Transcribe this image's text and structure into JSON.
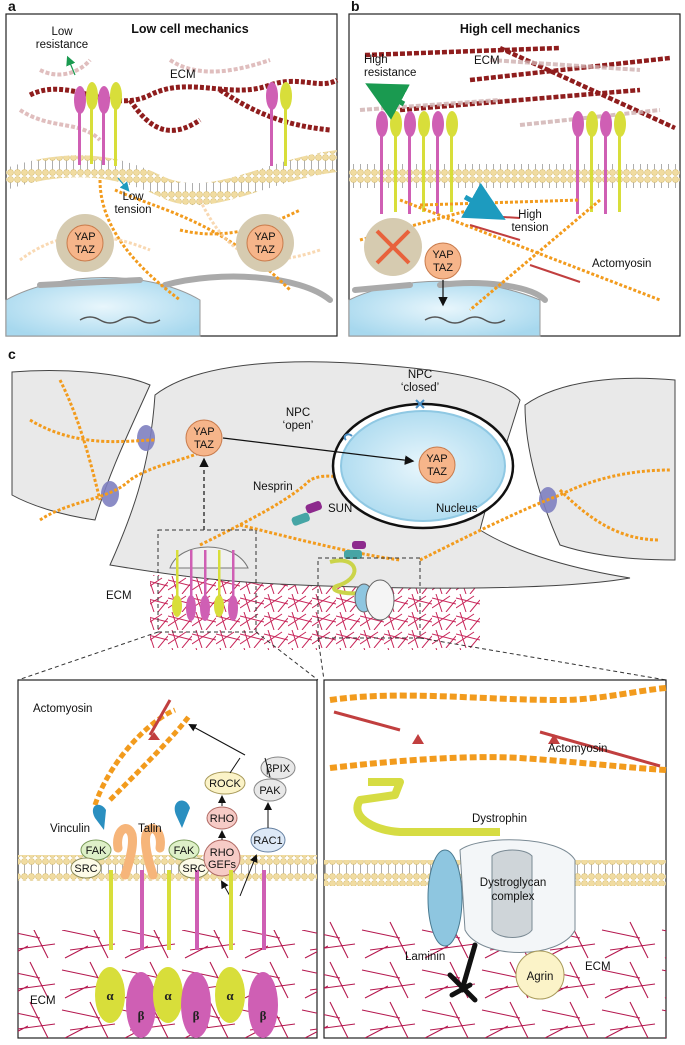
{
  "panels": {
    "a": "a",
    "b": "b",
    "c": "c"
  },
  "panel_a": {
    "title": "Low cell mechanics",
    "low_resistance": [
      "Low",
      "resistance"
    ],
    "ecm": "ECM",
    "low_tension": [
      "Low",
      "tension"
    ],
    "yap": "YAP",
    "taz": "TAZ"
  },
  "panel_b": {
    "title": "High cell mechanics",
    "ecm": "ECM",
    "high_resistance": [
      "High",
      "resistance"
    ],
    "high_tension": [
      "High",
      "tension"
    ],
    "actomyosin": "Actomyosin",
    "yap": "YAP",
    "taz": "TAZ"
  },
  "panel_c": {
    "npc_closed": [
      "NPC",
      "‘closed’"
    ],
    "npc_open": [
      "NPC",
      "‘open’"
    ],
    "yap": "YAP",
    "taz": "TAZ",
    "nesprin": "Nesprin",
    "sun": "SUN",
    "nucleus": "Nucleus",
    "ecm": "ECM"
  },
  "inset_left": {
    "actomyosin": "Actomyosin",
    "vinculin": "Vinculin",
    "talin": "Talin",
    "fak": "FAK",
    "src": "SRC",
    "rock": "ROCK",
    "rho": "RHO",
    "rho_gefs": [
      "RHO",
      "GEFs"
    ],
    "bpix": "βPIX",
    "pak": "PAK",
    "rac1": "RAC1",
    "alpha": "α",
    "beta": "β",
    "ecm": "ECM"
  },
  "inset_right": {
    "actomyosin": "Actomyosin",
    "dystrophin": "Dystrophin",
    "dystroglycan": [
      "Dystroglycan",
      "complex"
    ],
    "laminin": "Laminin",
    "agrin": "Agrin",
    "ecm": "ECM"
  },
  "colors": {
    "actin": "#f29b1d",
    "ecm_fiber": "#8f1d1d",
    "integrin_alpha": "#d8de3a",
    "integrin_beta": "#cf5fb4",
    "yap_fill": "#f6b58a",
    "nucleus": "#bfe3f3",
    "cell": "#e9e9e9",
    "membrane": "#f4dfa8"
  }
}
